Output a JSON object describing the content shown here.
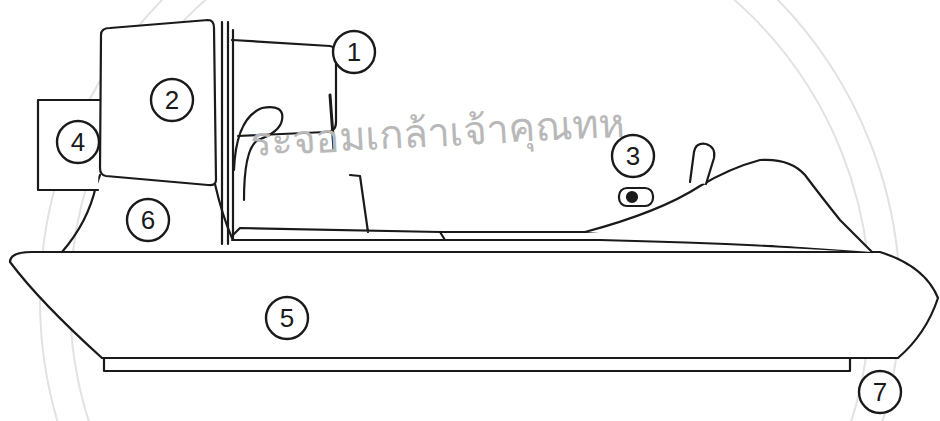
{
  "diagram": {
    "nodes": [
      {
        "text": [
          "1"
        ]
      },
      {
        "text": [
          "2"
        ]
      },
      {
        "text": [
          "4"
        ]
      },
      {
        "text": [
          "3"
        ]
      },
      {
        "text": [
          "6"
        ]
      },
      {
        "text": [
          "5"
        ]
      },
      {
        "text": [
          "7"
        ]
      }
    ],
    "labels": [
      "ระจอมเกล้าเจ้าคุณทห"
    ]
  }
}
